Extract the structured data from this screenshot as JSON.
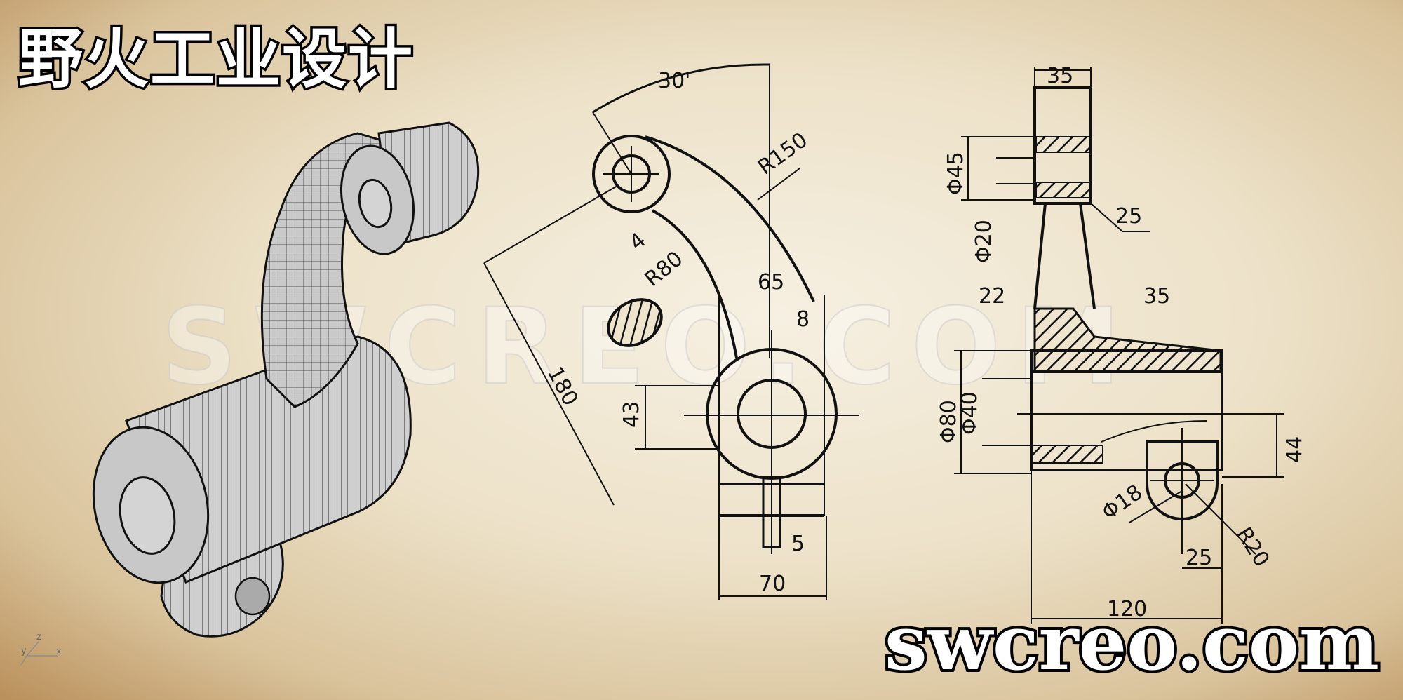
{
  "header": {
    "title": "野火工业设计"
  },
  "footer": {
    "brand": "swcreo.com"
  },
  "watermark": {
    "text": "SWCREO.COM"
  },
  "triad": {
    "x": "x",
    "y": "y",
    "z": "z"
  },
  "front_view": {
    "angle": "30'",
    "r150": "R150",
    "d4": "4",
    "r80": "R80",
    "d180": "180",
    "d65": "65",
    "d8": "8",
    "d43": "43",
    "d5": "5",
    "d70": "70"
  },
  "side_view": {
    "d35_top": "35",
    "phi45": "Φ45",
    "phi20": "Φ20",
    "d25_top": "25",
    "d22": "22",
    "d35_mid": "35",
    "phi80": "Φ80",
    "phi40": "Φ40",
    "d44": "44",
    "phi18": "Φ18",
    "r20": "R20",
    "d25_bot": "25",
    "d120": "120"
  },
  "colors": {
    "line": "#111111",
    "part_fill": "#d4d4d4",
    "paper": "#efe5cf"
  }
}
